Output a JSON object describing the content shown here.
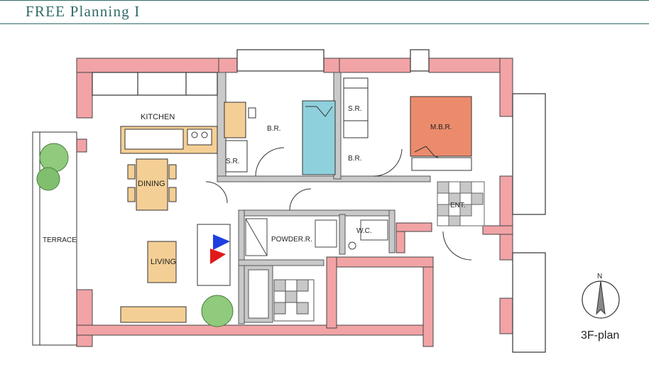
{
  "header": {
    "title": "FREE Planning  I"
  },
  "rooms": {
    "kitchen": "KITCHEN",
    "dining": "DINING",
    "living": "LIVING",
    "terrace": "TERRACE",
    "br_1": "B.R.",
    "br_2": "B.R.",
    "sr_1": "S.R.",
    "sr_2": "S.R.",
    "mbr": "M.B.R.",
    "powder": "POWDER.R.",
    "wc": "W.C.",
    "ent": "ENT."
  },
  "compass": {
    "north": "N"
  },
  "floor_label": "3F-plan",
  "colors": {
    "wall": "#f2a3a6",
    "wood": "#f4cf95",
    "blue_bed": "#8fd0dd",
    "master_bed": "#ec8b6c",
    "floor_tile": "#c8c8c8",
    "tree": "#7fbf6e",
    "arrow_blue": "#1f3fe0",
    "arrow_red": "#e01a1a",
    "accent": "#2f6b66"
  }
}
